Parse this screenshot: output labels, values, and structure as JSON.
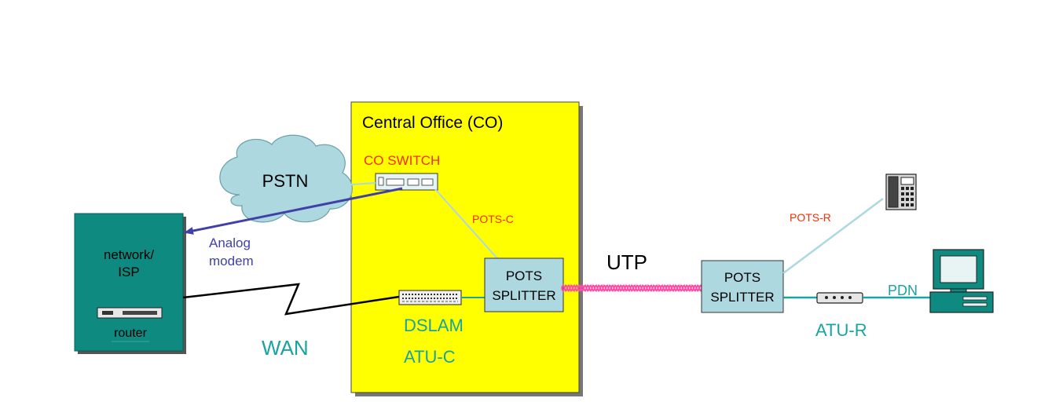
{
  "diagram": {
    "co_title": "Central Office (CO)",
    "co_switch": "CO SWITCH",
    "pstn": "PSTN",
    "network_line1": "network/",
    "network_line2": "ISP",
    "router": "router",
    "analog_line1": "Analog",
    "analog_line2": "modem",
    "wan": "WAN",
    "pots_c": "POTS-C",
    "splitter_line1": "POTS",
    "splitter_line2": "SPLITTER",
    "dslam": "DSLAM",
    "atu_c": "ATU-C",
    "utp": "UTP",
    "pots_r": "POTS-R",
    "atu_r": "ATU-R",
    "pdn": "PDN"
  },
  "colors": {
    "co_fill": "#ffff00",
    "box_fill": "#add8e0",
    "network_fill": "#0f8a80",
    "teal": "#1aa3a0",
    "red": "#ff2a00",
    "purple": "#4040a8",
    "pink": "#ff4da6"
  }
}
